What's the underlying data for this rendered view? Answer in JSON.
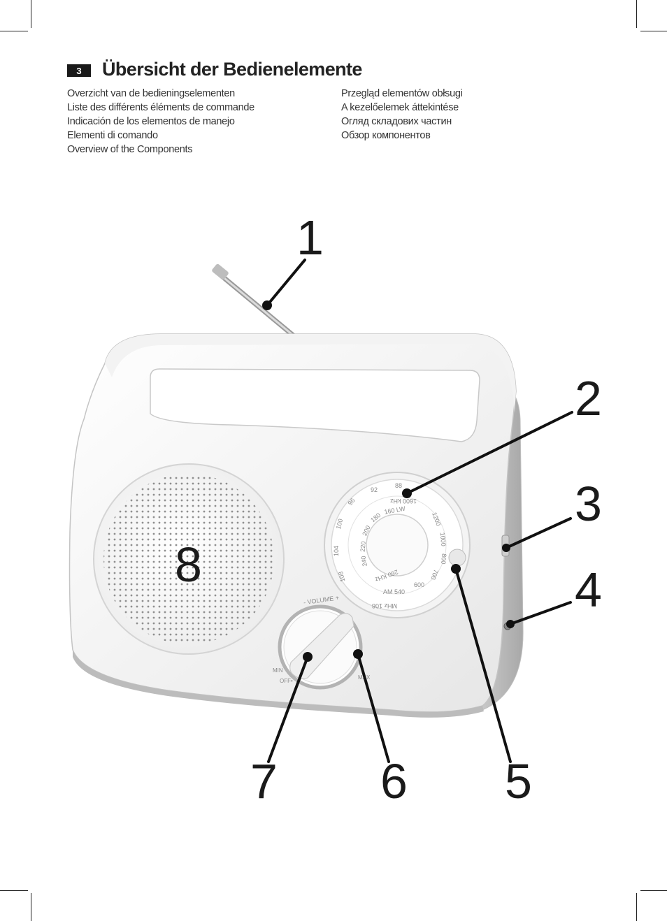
{
  "section": {
    "number": "3",
    "title": "Übersicht der Bedienelemente"
  },
  "languages_left": [
    "Overzicht van de bedieningselementen",
    "Liste des différents éléments de commande",
    "Indicación de los elementos de manejo",
    "Elementi di comando",
    "Overview of the Components"
  ],
  "languages_right": [
    "Przegląd elementów obłsugi",
    "A kezelőelemek áttekintése",
    "Огляд складових частин",
    "Обзор компонентов"
  ],
  "callouts": [
    "1",
    "2",
    "3",
    "4",
    "5",
    "6",
    "7",
    "8"
  ],
  "device_labels": {
    "volume": "- VOLUME +",
    "min": "MIN",
    "off": "OFF•",
    "max": "MAX",
    "fm_scale": [
      "88",
      "92",
      "96",
      "100",
      "104",
      "108",
      "MHz 108"
    ],
    "am_scale": [
      "1600 kHz",
      "1200",
      "1000",
      "800",
      "700",
      "600",
      "AM 540"
    ],
    "lw_scale": [
      "160 LW",
      "180",
      "200",
      "220",
      "240",
      "260 KHz"
    ]
  }
}
